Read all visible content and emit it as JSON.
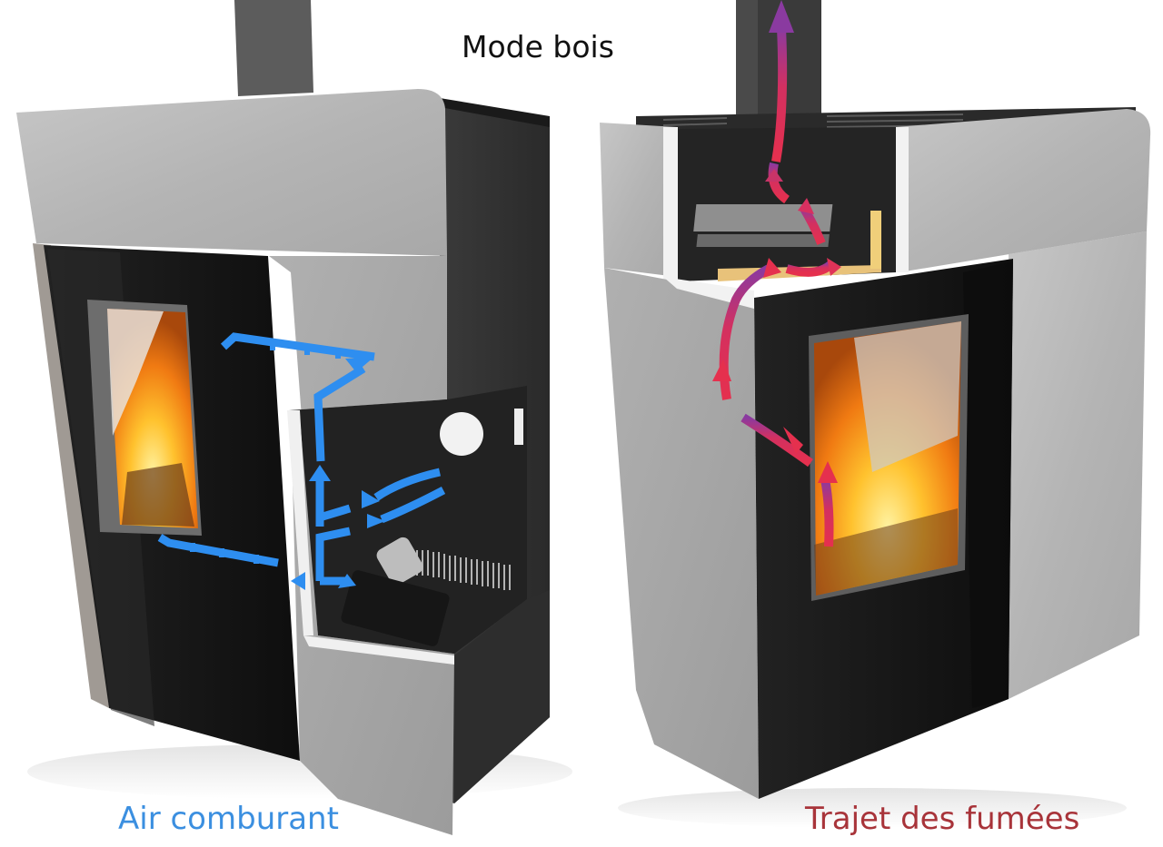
{
  "title": "Mode bois",
  "captions": {
    "left": "Air comburant",
    "right": "Trajet des fumées"
  },
  "colors": {
    "background": "#ffffff",
    "title_text": "#111111",
    "air_arrow": "#2e8ef0",
    "air_caption": "#3b8fe0",
    "smoke_arrow_start": "#e5304e",
    "smoke_arrow_end": "#8a3aa0",
    "smoke_caption": "#a8343a",
    "stone": "#b9b9b9",
    "steel": "#2b2b2b",
    "glass": "#141414",
    "flame": "#f39a1a"
  },
  "diagrams": [
    {
      "id": "left-stove",
      "view": "cutaway side view showing pellet mechanism",
      "flow": "combustion air (blue arrows)"
    },
    {
      "id": "right-stove",
      "view": "cutaway top view showing flue path",
      "flow": "smoke path (red to purple arrows)"
    }
  ]
}
